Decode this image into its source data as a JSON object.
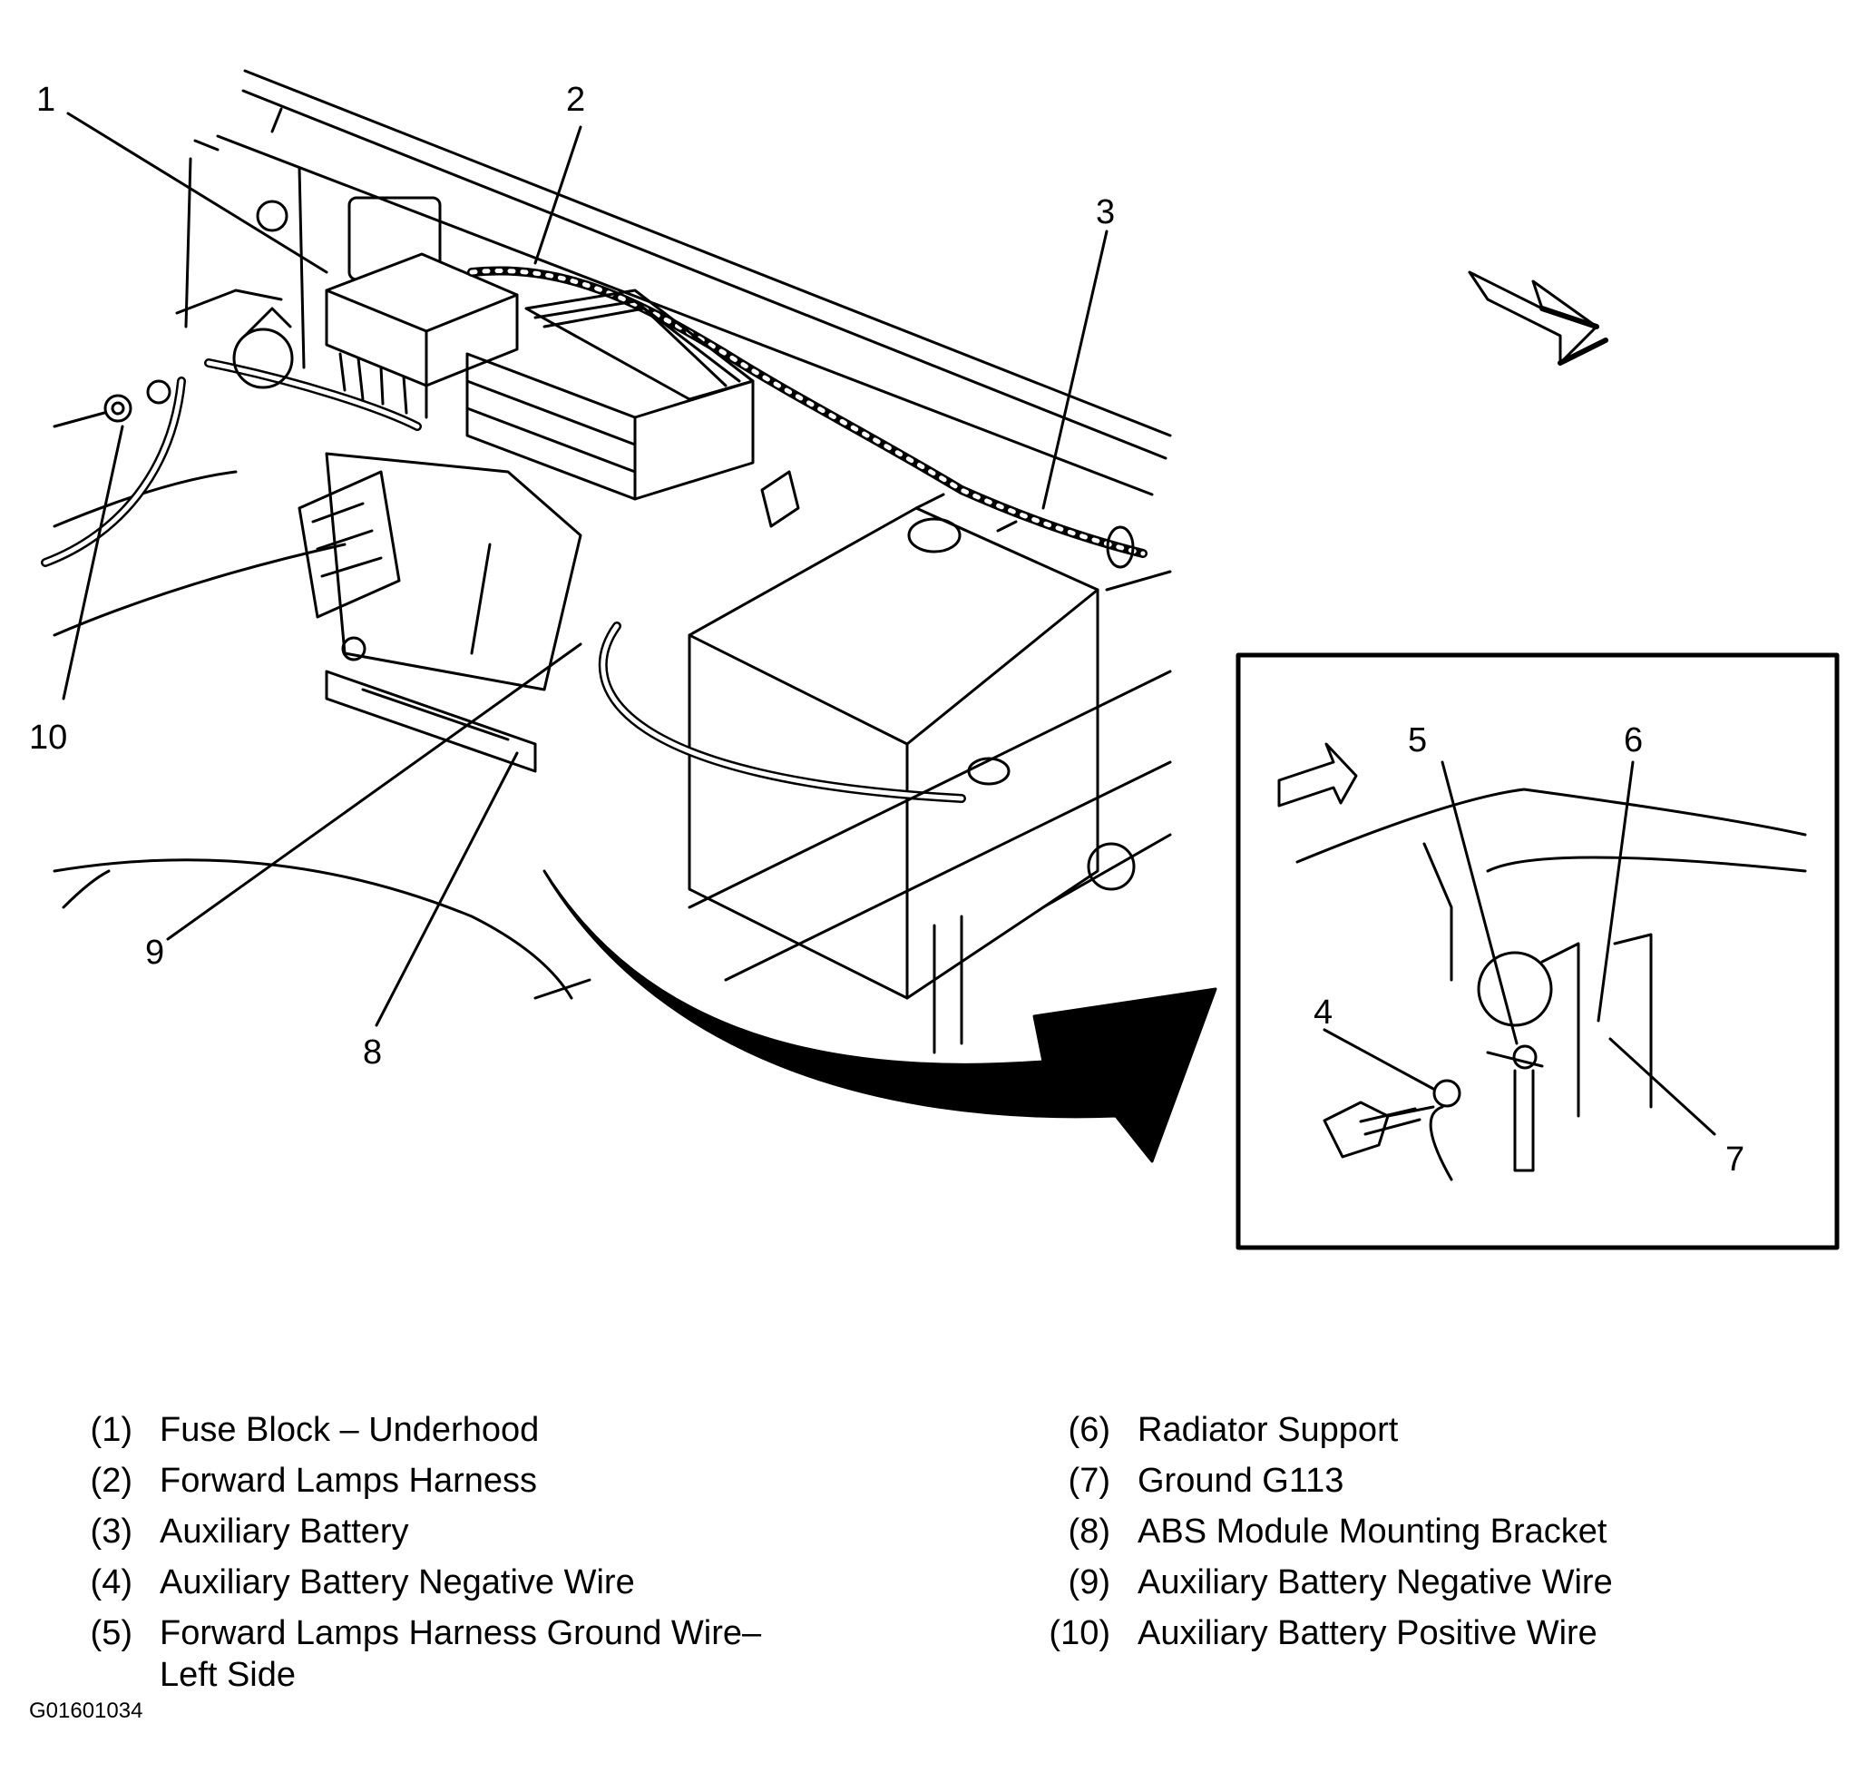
{
  "callouts": {
    "c1": "1",
    "c2": "2",
    "c3": "3",
    "c4": "4",
    "c5": "5",
    "c6": "6",
    "c7": "7",
    "c8": "8",
    "c9": "9",
    "c10": "10"
  },
  "legend_left": [
    {
      "num": "(1)",
      "text": "Fuse Block – Underhood"
    },
    {
      "num": "(2)",
      "text": "Forward Lamps Harness"
    },
    {
      "num": "(3)",
      "text": "Auxiliary Battery"
    },
    {
      "num": "(4)",
      "text": "Auxiliary Battery Negative Wire"
    },
    {
      "num": "(5)",
      "text": "Forward Lamps Harness Ground Wire–\nLeft Side"
    }
  ],
  "legend_right": [
    {
      "num": "(6)",
      "text": "Radiator Support"
    },
    {
      "num": "(7)",
      "text": "Ground G113"
    },
    {
      "num": "(8)",
      "text": "ABS Module Mounting Bracket"
    },
    {
      "num": "(9)",
      "text": "Auxiliary Battery Negative Wire"
    },
    {
      "num": "(10)",
      "text": "Auxiliary Battery Positive Wire"
    }
  ],
  "figure_code": "G01601034",
  "colors": {
    "ink": "#000000",
    "paper": "#ffffff"
  }
}
